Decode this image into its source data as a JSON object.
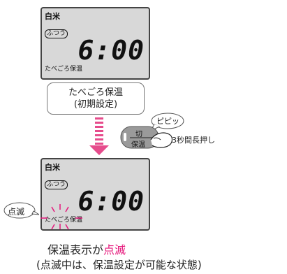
{
  "screen_before": {
    "rice_type": "白米",
    "mode_badge": "ふつう",
    "time": "6:00",
    "indicator": "たべごろ保温"
  },
  "step_box": {
    "line1": "たべごろ保温",
    "line2": "(初期設定)"
  },
  "button": {
    "top_label": "切",
    "bottom_label": "保温",
    "sound": "ピピッ",
    "instruction": "3秒間長押し"
  },
  "screen_after": {
    "rice_type": "白米",
    "mode_badge": "ふつう",
    "time": "6:00",
    "indicator": "たべごろ保温",
    "blink_label": "点滅"
  },
  "caption": {
    "prefix": "保温表示が",
    "highlight": "点滅",
    "line2": "(点滅中は、保温設定が可能な状態)"
  },
  "colors": {
    "accent": "#e6197c",
    "lcd_bg": "#d8d8d8",
    "arrow": "#e64c8c"
  }
}
